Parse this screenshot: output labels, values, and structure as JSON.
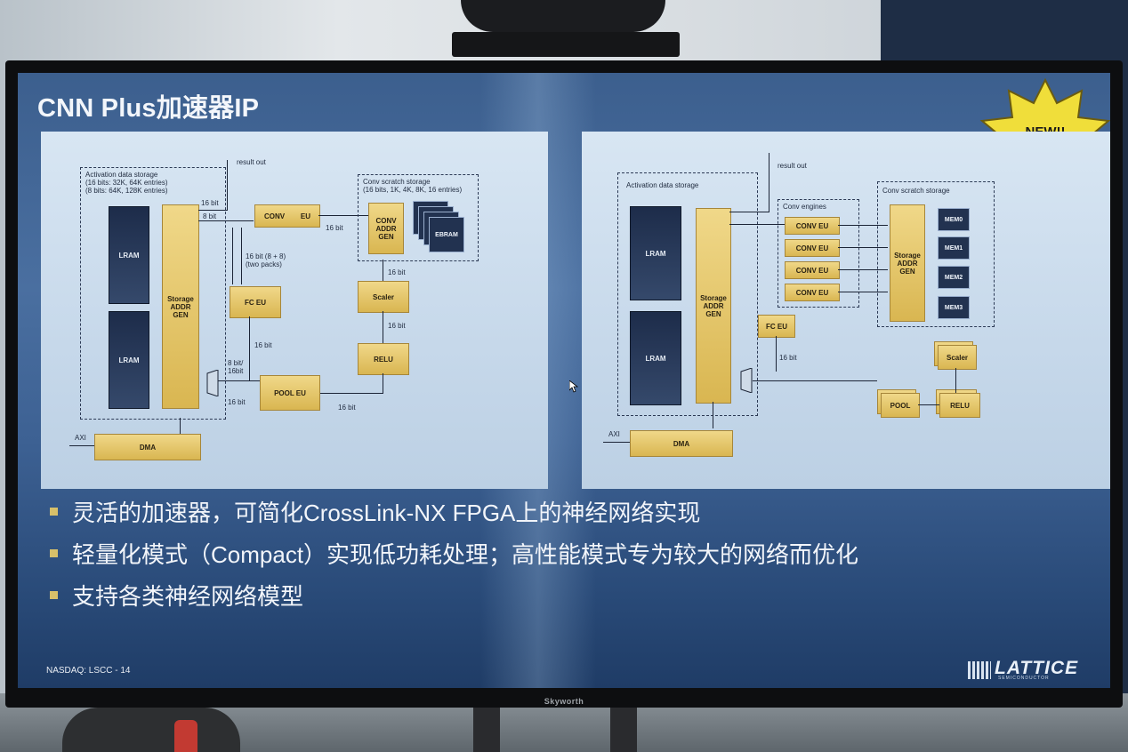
{
  "slide": {
    "title": "CNN Plus加速器IP",
    "badge": "NEW!!",
    "footer": "NASDAQ: LSCC - 14",
    "logo": "LATTICE",
    "logo_sub": "SEMICONDUCTOR",
    "monitor_brand": "Skyworth",
    "bullets": [
      "灵活的加速器，可简化CrossLink-NX FPGA上的神经网络实现",
      "轻量化模式（Compact）实现低功耗处理；高性能模式专为较大的网络而优化",
      "支持各类神经网络模型"
    ]
  },
  "left_diagram": {
    "activation_label": "Activation data storage\n(16 bits: 32K, 64K entries)\n(8 bits: 64K, 128K entries)",
    "lram1": "LRAM",
    "lram2": "LRAM",
    "storage": "Storage\nADDR\nGEN",
    "result_out": "result out",
    "w16a": "16 bit",
    "w8": "8 bit",
    "conv": "CONV",
    "eu": "EU",
    "w16b": "16 bit",
    "conv_scratch": "Conv scratch storage\n(16 bits, 1K, 4K, 8K, 16 entries)",
    "conv_addr": "CONV\nADDR\nGEN",
    "ebram": "EBRAM",
    "packs": "16 bit (8 + 8)\n(two packs)",
    "w16c": "16 bit",
    "fc_eu": "FC EU",
    "scaler": "Scaler",
    "w16d": "16 bit",
    "w16e": "16 bit",
    "relu": "RELU",
    "w8_16": "8 bit/\n16bit",
    "pool_eu": "POOL EU",
    "w16f": "16 bit",
    "w16g": "16 bit",
    "axi": "AXI",
    "dma": "DMA"
  },
  "right_diagram": {
    "activation_label": "Activation data storage",
    "lram1": "LRAM",
    "lram2": "LRAM",
    "storage": "Storage\nADDR\nGEN",
    "result_out": "result out",
    "conv_engines": "Conv engines",
    "conv_eus": [
      "CONV EU",
      "CONV EU",
      "CONV EU",
      "CONV EU"
    ],
    "conv_scratch": "Conv scratch storage",
    "scratch_storage": "Storage\nADDR\nGEN",
    "mems": [
      "MEM0",
      "MEM1",
      "MEM2",
      "MEM3"
    ],
    "fc_eu": "FC EU",
    "w16": "16 bit",
    "scaler": "Scaler",
    "pool": "POOL",
    "relu": "RELU",
    "axi": "AXI",
    "dma": "DMA"
  }
}
